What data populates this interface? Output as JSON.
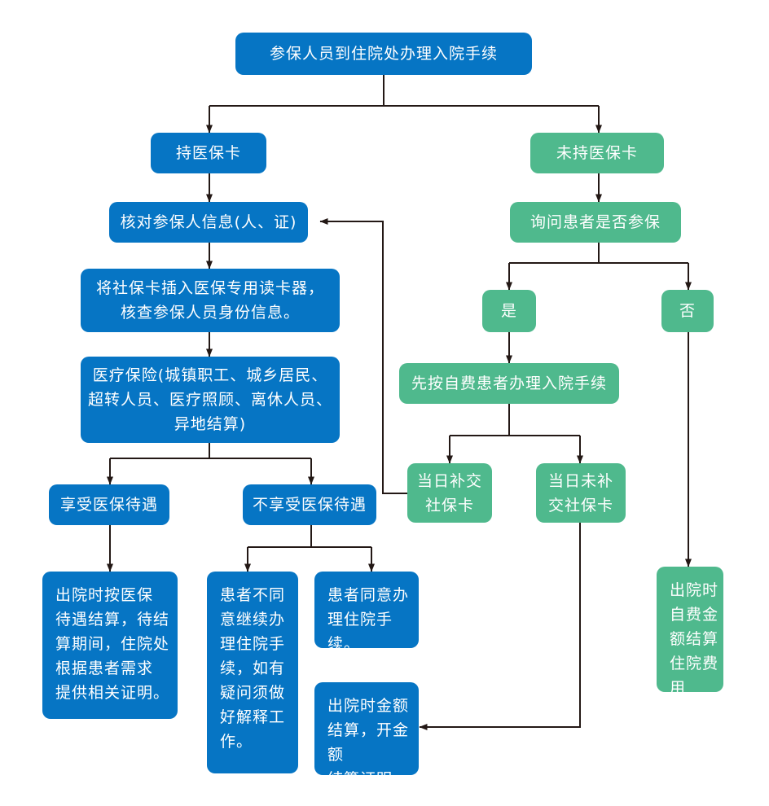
{
  "colors": {
    "blue": "#0675c4",
    "green": "#4fb98d",
    "arrow": "#231815"
  },
  "nodes": {
    "start": "参保人员到住院处办理入院手续",
    "has_card": "持医保卡",
    "no_card": "未持医保卡",
    "verify_info": "核对参保人信息(人、证)",
    "ask_insured": "询问患者是否参保",
    "insert_card": "将社保卡插入医保专用读卡器，\n核查参保人员身份信息。",
    "yes": "是",
    "no": "否",
    "insurance_types": "医疗保险(城镇职工、城乡居民、\n超转人员、医疗照顾、离休人员、\n异地结算)",
    "self_pay_admit": "先按自费患者办理入院手续",
    "enjoy": "享受医保待遇",
    "not_enjoy": "不享受医保待遇",
    "same_day_pay": "当日补交\n社保卡",
    "same_day_not_pay": "当日未补\n交社保卡",
    "discharge_insurance": "出院时按医保\n待遇结算，待结\n算期间，住院处\n根据患者需求\n提供相关证明。",
    "disagree": "患者不同\n意继续办\n理住院手\n续，如有\n疑问须做\n好解释工\n作。",
    "agree": "患者同意办\n理住院手续。",
    "discharge_full": "出院时金额\n结算，开金额\n结算证明。",
    "discharge_self": "出院时\n自费金\n额结算\n住院费\n用"
  }
}
